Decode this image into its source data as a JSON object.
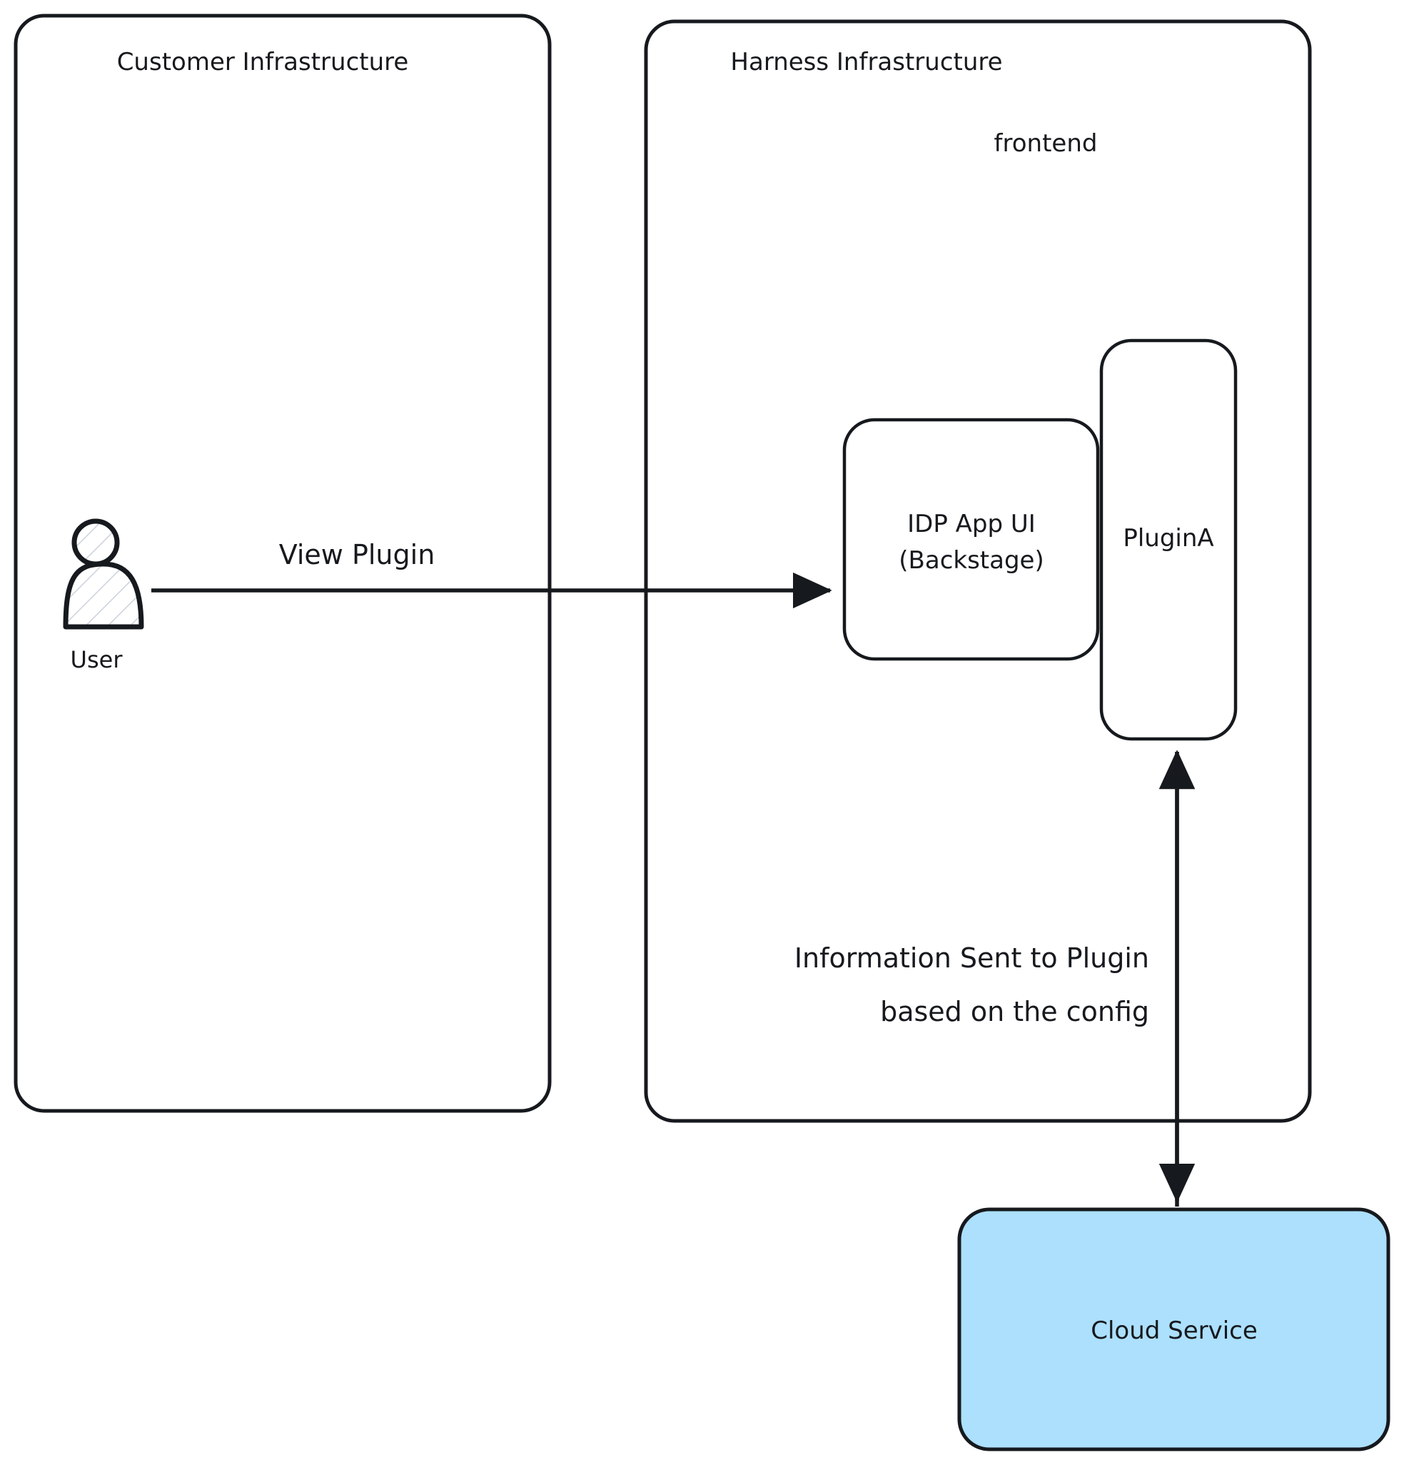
{
  "diagram": {
    "type": "flow-architecture",
    "background_color": "#ffffff",
    "stroke_color": "#16191d",
    "accent_color": "#ace0fd",
    "groups": [
      {
        "id": "customer-infrastructure",
        "label": "Customer Infrastructure"
      },
      {
        "id": "harness-infrastructure",
        "label": "Harness Infrastructure"
      }
    ],
    "section_labels": [
      {
        "id": "frontend",
        "label": "frontend"
      }
    ],
    "actors": [
      {
        "id": "user",
        "label": "User",
        "icon": "user-actor-icon"
      }
    ],
    "nodes": [
      {
        "id": "idp-app-ui",
        "label_line_1": "IDP App UI",
        "label_line_2": "(Backstage)",
        "fill": "#ffffff"
      },
      {
        "id": "plugin-a",
        "label": "PluginA",
        "fill": "#ffffff"
      },
      {
        "id": "cloud-service",
        "label": "Cloud Service",
        "fill": "#ace0fd"
      }
    ],
    "edges": [
      {
        "id": "user-to-idp",
        "label": "View Plugin",
        "from": "user",
        "to": "idp-app-ui",
        "direction": "one-way",
        "orientation": "horizontal"
      },
      {
        "id": "plugin-to-cloud",
        "label_line_1": "Information Sent to Plugin",
        "label_line_2": "based on the config",
        "from": "plugin-a",
        "to": "cloud-service",
        "direction": "two-way",
        "orientation": "vertical"
      }
    ]
  }
}
